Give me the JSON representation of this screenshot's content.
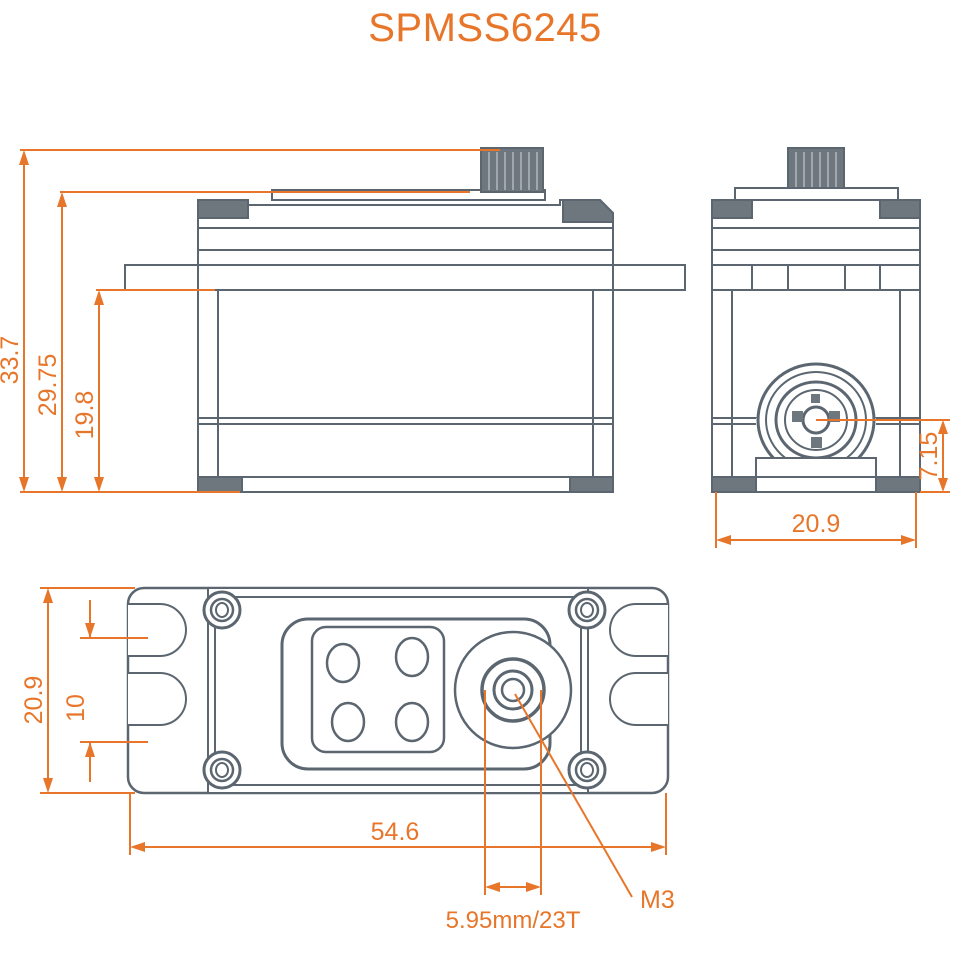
{
  "title": "SPMSS6245",
  "colors": {
    "accent": "#e8762a",
    "line": "#5b6670",
    "fill_dark": "#6e767e",
    "background": "#ffffff"
  },
  "views": {
    "front": {
      "name": "front-view"
    },
    "side": {
      "name": "side-view"
    },
    "top": {
      "name": "top-view"
    }
  },
  "dimensions": {
    "front_height_total": "33.7",
    "front_height_body": "29.75",
    "front_height_lower": "19.8",
    "side_width": "20.9",
    "side_height_lower": "7.15",
    "top_width": "20.9",
    "top_slot_span": "10",
    "top_length": "54.6",
    "spline": "5.95mm/23T",
    "screw": "M3"
  }
}
